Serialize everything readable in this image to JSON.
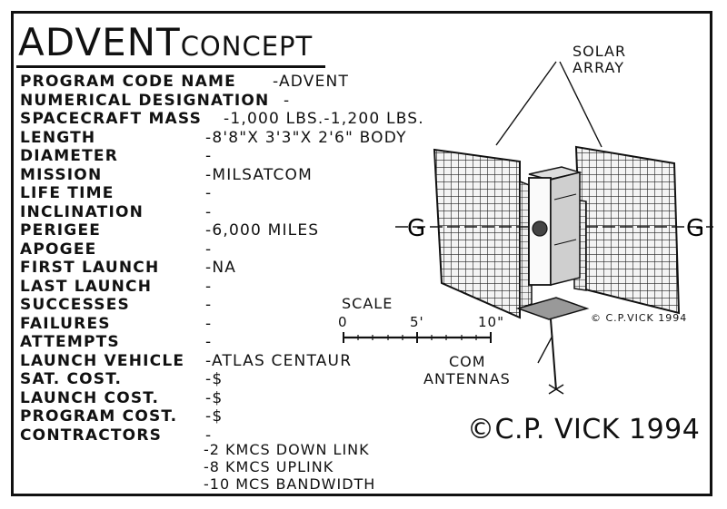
{
  "title": {
    "main": "ADVENT",
    "sub": "CONCEPT"
  },
  "specs": [
    {
      "label": "PROGRAM CODE NAME",
      "value": "-ADVENT"
    },
    {
      "label": "NUMERICAL DESIGNATION",
      "value": "-"
    },
    {
      "label": "SPACECRAFT MASS",
      "value": "-1,000 LBS.-1,200 LBS."
    },
    {
      "label": "LENGTH",
      "value": "-8'8\"X 3'3\"X 2'6\" BODY"
    },
    {
      "label": "DIAMETER",
      "value": "-"
    },
    {
      "label": "MISSION",
      "value": "-MILSATCOM"
    },
    {
      "label": "LIFE TIME",
      "value": "-"
    },
    {
      "label": "INCLINATION",
      "value": "-"
    },
    {
      "label": "PERIGEE",
      "value": "-6,000 MILES"
    },
    {
      "label": "APOGEE",
      "value": "-"
    },
    {
      "label": "FIRST LAUNCH",
      "value": "-NA"
    },
    {
      "label": "LAST LAUNCH",
      "value": "-"
    },
    {
      "label": "SUCCESSES",
      "value": "-"
    },
    {
      "label": "FAILURES",
      "value": "-"
    },
    {
      "label": "ATTEMPTS",
      "value": "-"
    },
    {
      "label": "LAUNCH VEHICLE",
      "value": "-ATLAS CENTAUR"
    },
    {
      "label": "SAT. COST.",
      "value": "-$"
    },
    {
      "label": "LAUNCH COST.",
      "value": "-$"
    },
    {
      "label": "PROGRAM COST.",
      "value": "-$"
    },
    {
      "label": "CONTRACTORS",
      "value": "-"
    }
  ],
  "notes": [
    "-2 KMCS DOWN LINK",
    "-8 KMCS UPLINK",
    "-10 MCS BANDWIDTH"
  ],
  "diagram": {
    "solar_label_1": "SOLAR",
    "solar_label_2": "ARRAY",
    "antenna_label_1": "COM",
    "antenna_label_2": "ANTENNAS",
    "scale_title": "SCALE",
    "scale_ticks": [
      "0",
      "5'",
      "10\""
    ],
    "small_credit": "© C.P.VICK 1994"
  },
  "copyright": "©C.P. VICK 1994"
}
